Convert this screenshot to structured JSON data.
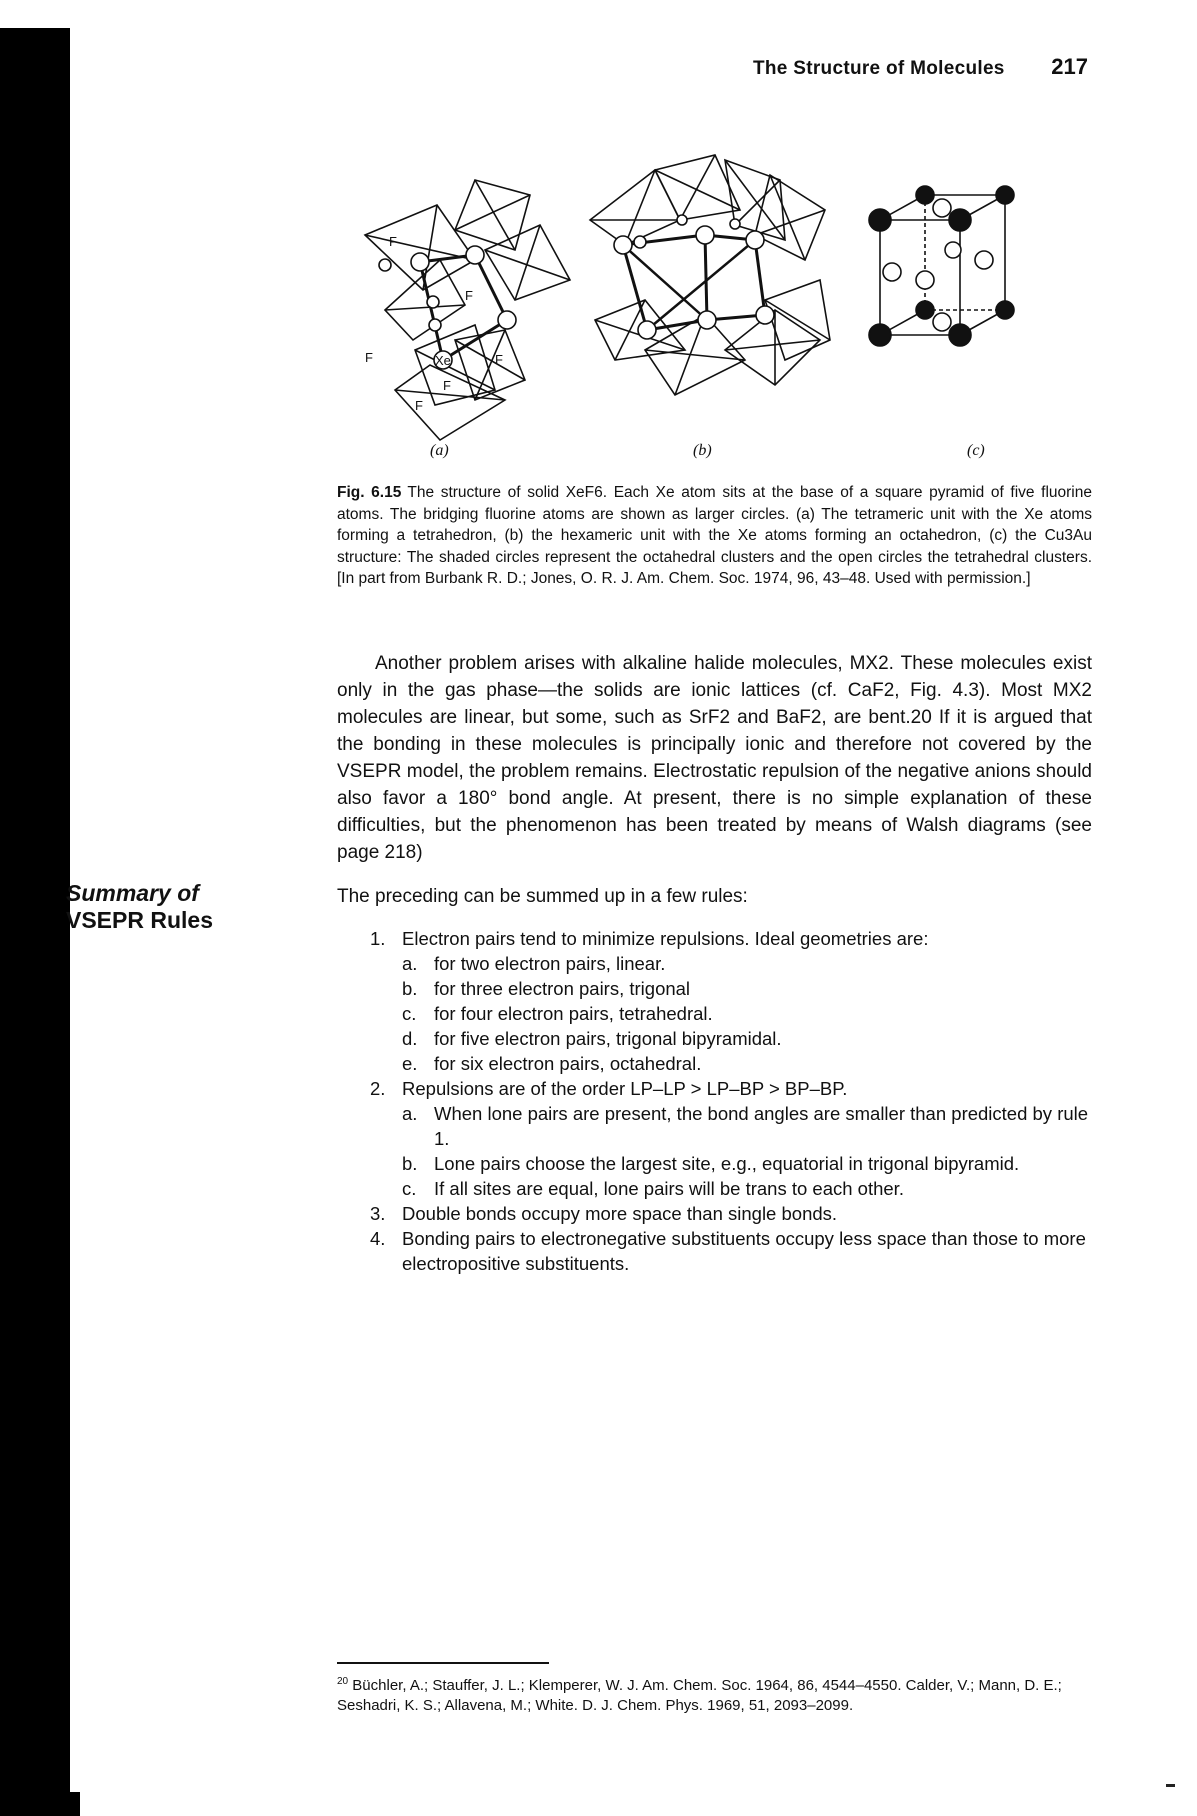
{
  "header": {
    "running_title": "The Structure of Molecules",
    "page_number": "217"
  },
  "figure": {
    "atom_labels": [
      "F",
      "F",
      "F",
      "Xe",
      "F",
      "F",
      "F"
    ],
    "panel_labels": [
      "(a)",
      "(b)",
      "(c)"
    ]
  },
  "caption": {
    "label": "Fig. 6.15",
    "text": "The structure of solid XeF6. Each Xe atom sits at the base of a square pyramid of five fluorine atoms. The bridging fluorine atoms are shown as larger circles. (a) The tetrameric unit with the Xe atoms forming a tetrahedron, (b) the hexameric unit with the Xe atoms forming an octahedron, (c) the Cu3Au structure: The shaded circles represent the octahedral clusters and the open circles the tetrahedral clusters. [In part from Burbank R. D.; Jones, O. R. J. Am. Chem. Soc. 1974, 96, 43–48. Used with permission.]"
  },
  "body": {
    "paragraph": "Another problem arises with alkaline halide molecules, MX2. These molecules exist only in the gas phase—the solids are ionic lattices (cf. CaF2, Fig. 4.3). Most MX2 molecules are linear, but some, such as SrF2 and BaF2, are bent.20 If it is argued that the bonding in these molecules is principally ionic and therefore not covered by the VSEPR model, the problem remains. Electrostatic repulsion of the negative anions should also favor a 180° bond angle. At present, there is no simple explanation of these difficulties, but the phenomenon has been treated by means of Walsh diagrams (see page 218)"
  },
  "sidebar": {
    "line1": "Summary of",
    "line2": "VSEPR Rules"
  },
  "summary": {
    "intro": "The preceding can be summed up in a few rules:",
    "rules": [
      {
        "num": "1.",
        "text": "Electron pairs tend to minimize repulsions. Ideal geometries are:",
        "subs": [
          {
            "letter": "a.",
            "text": "for two electron pairs, linear."
          },
          {
            "letter": "b.",
            "text": "for three electron pairs, trigonal"
          },
          {
            "letter": "c.",
            "text": "for four electron pairs, tetrahedral."
          },
          {
            "letter": "d.",
            "text": "for five electron pairs, trigonal bipyramidal."
          },
          {
            "letter": "e.",
            "text": "for six electron pairs, octahedral."
          }
        ]
      },
      {
        "num": "2.",
        "text": "Repulsions are of the order LP–LP > LP–BP > BP–BP.",
        "subs": [
          {
            "letter": "a.",
            "text": "When lone pairs are present, the bond angles are smaller than predicted by rule 1."
          },
          {
            "letter": "b.",
            "text": "Lone pairs choose the largest site, e.g., equatorial in trigonal bipyramid."
          },
          {
            "letter": "c.",
            "text": "If all sites are equal, lone pairs will be trans to each other."
          }
        ]
      },
      {
        "num": "3.",
        "text": "Double bonds occupy more space than single bonds.",
        "subs": []
      },
      {
        "num": "4.",
        "text": "Bonding pairs to electronegative substituents occupy less space than those to more electropositive substituents.",
        "subs": []
      }
    ]
  },
  "footnote": {
    "marker": "20",
    "text": "Büchler, A.; Stauffer, J. L.; Klemperer, W. J. Am. Chem. Soc. 1964, 86, 4544–4550. Calder, V.; Mann, D. E.; Seshadri, K. S.; Allavena, M.; White. D. J. Chem. Phys. 1969, 51, 2093–2099."
  }
}
